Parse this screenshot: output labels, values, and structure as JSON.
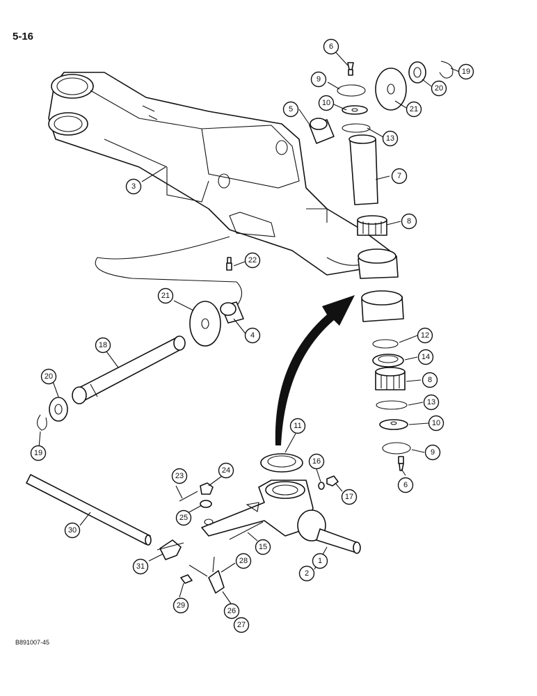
{
  "page_number": "5-16",
  "figure_code": "B891007-45",
  "callouts": {
    "c1": "1",
    "c2": "2",
    "c3": "3",
    "c4": "4",
    "c5": "5",
    "c6a": "6",
    "c6b": "6",
    "c7": "7",
    "c8a": "8",
    "c8b": "8",
    "c9a": "9",
    "c9b": "9",
    "c10a": "10",
    "c10b": "10",
    "c11": "11",
    "c12": "12",
    "c13a": "13",
    "c13b": "13",
    "c14": "14",
    "c15": "15",
    "c16": "16",
    "c17": "17",
    "c18": "18",
    "c19a": "19",
    "c19b": "19",
    "c20a": "20",
    "c20b": "20",
    "c21a": "21",
    "c21b": "21",
    "c22": "22",
    "c23": "23",
    "c24": "24",
    "c25": "25",
    "c26": "26",
    "c27": "27",
    "c28": "28",
    "c29": "29",
    "c30": "30",
    "c31": "31"
  }
}
